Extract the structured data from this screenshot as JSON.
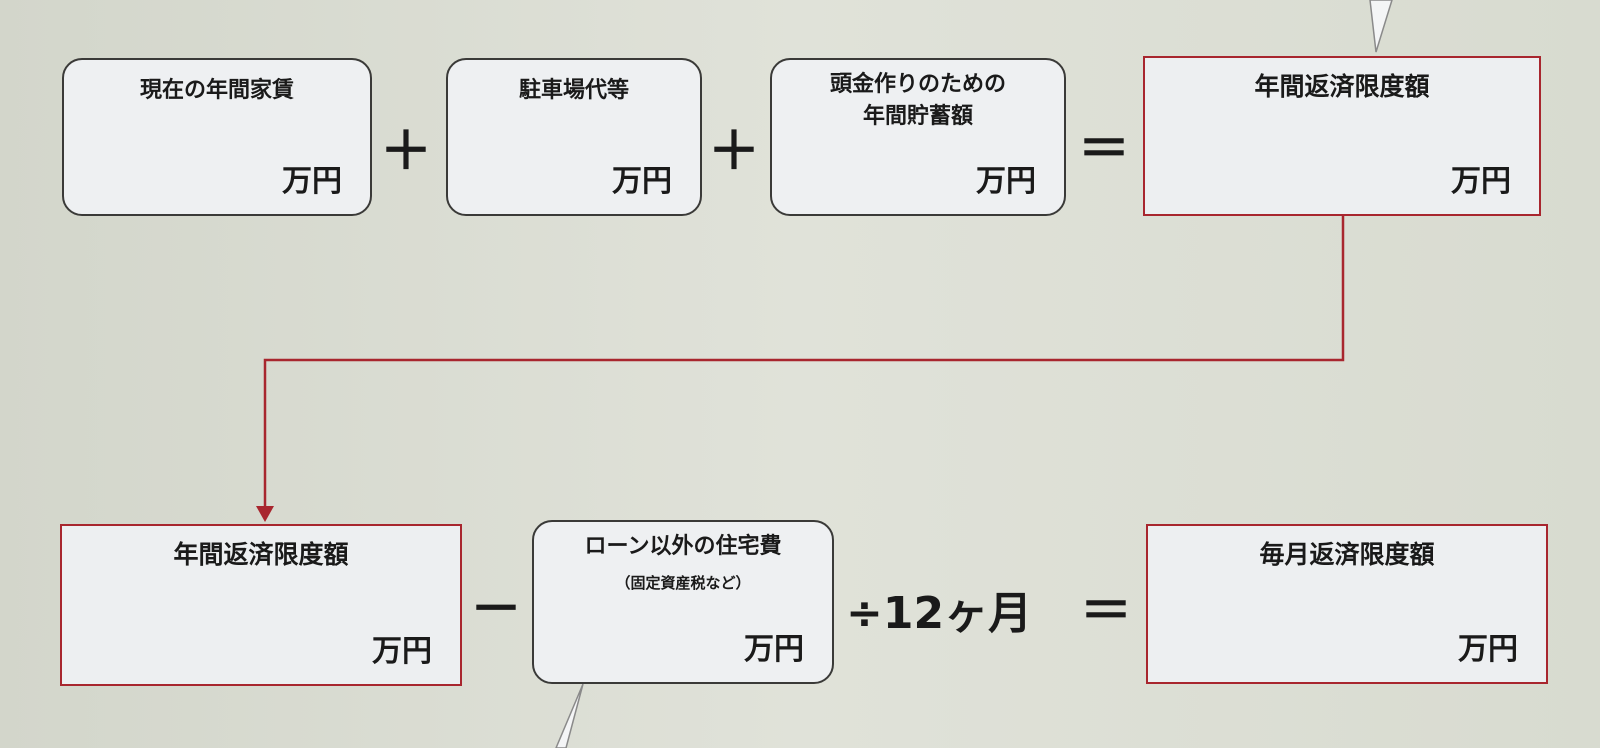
{
  "row1": {
    "box1": {
      "label": "現在の年間家賃",
      "unit": "万円"
    },
    "op1": "＋",
    "box2": {
      "label": "駐車場代等",
      "unit": "万円"
    },
    "op2": "＋",
    "box3": {
      "label_line1": "頭金作りのための",
      "label_line2": "年間貯蓄額",
      "unit": "万円"
    },
    "op3": "＝",
    "result": {
      "label": "年間返済限度額",
      "unit": "万円"
    }
  },
  "row2": {
    "box1": {
      "label": "年間返済限度額",
      "unit": "万円"
    },
    "op1": "－",
    "box2": {
      "label": "ローン以外の住宅費",
      "sublabel": "（固定資産税など）",
      "unit": "万円"
    },
    "op2": "÷12ヶ月",
    "op3": "＝",
    "result": {
      "label": "毎月返済限度額",
      "unit": "万円"
    }
  },
  "colors": {
    "accent_red": "#a8262e",
    "box_border": "#3a3a38",
    "box_fill": "#eef0f2"
  }
}
